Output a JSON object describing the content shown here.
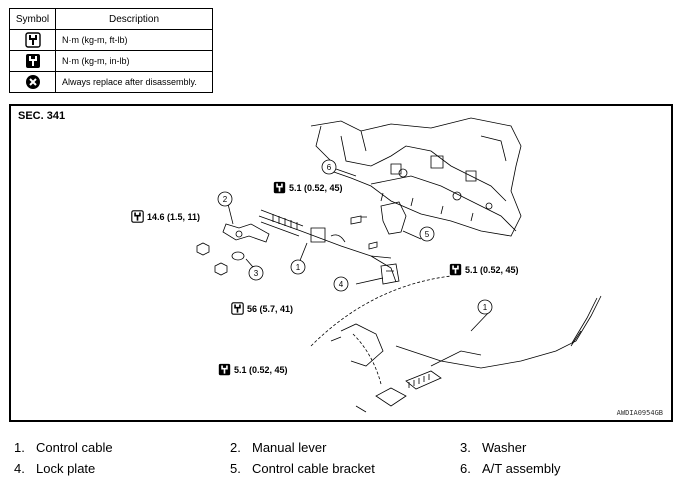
{
  "legend": {
    "header_symbol": "Symbol",
    "header_description": "Description",
    "rows": [
      {
        "icon": "torque-wrench-icon",
        "text": "N·m (kg-m, ft-lb)"
      },
      {
        "icon": "torque-wrench-in-icon",
        "text": "N·m (kg-m, in-lb)"
      },
      {
        "icon": "always-replace-icon",
        "text": "Always replace after disassembly."
      }
    ]
  },
  "diagram": {
    "section": "SEC. 341",
    "figure_id": "AWDIA0954GB",
    "torques": {
      "t1": "14.6 (1.5, 11)",
      "t2": "5.1 (0.52, 45)",
      "t3": "5.1 (0.52, 45)",
      "t4": "56 (5.7, 41)",
      "t5": "5.1 (0.52, 45)"
    },
    "callouts": [
      "1",
      "2",
      "3",
      "4",
      "5",
      "6",
      "1"
    ]
  },
  "parts": [
    {
      "num": "1.",
      "name": "Control cable"
    },
    {
      "num": "2.",
      "name": "Manual lever"
    },
    {
      "num": "3.",
      "name": "Washer"
    },
    {
      "num": "4.",
      "name": "Lock plate"
    },
    {
      "num": "5.",
      "name": "Control cable bracket"
    },
    {
      "num": "6.",
      "name": "A/T assembly"
    }
  ]
}
